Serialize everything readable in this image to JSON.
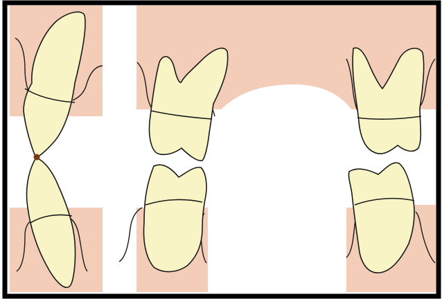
{
  "figure": {
    "kind": "dental-occlusion-illustration",
    "description_visible_text": "",
    "colors": {
      "background": "#ffffff",
      "gingiva": "#f3cdb7",
      "enamel": "#f8f4c5",
      "outline": "#1a1a1a",
      "frame": "#000000",
      "contact_dot": "#7a3a10"
    },
    "teeth": [
      {
        "id": "left-upper-canine",
        "arch": "upper"
      },
      {
        "id": "left-lower-canine",
        "arch": "lower"
      },
      {
        "id": "middle-upper-molar",
        "arch": "upper"
      },
      {
        "id": "middle-lower-premolar",
        "arch": "lower"
      },
      {
        "id": "right-upper-molar",
        "arch": "upper"
      },
      {
        "id": "right-lower-premolar",
        "arch": "lower"
      }
    ]
  }
}
